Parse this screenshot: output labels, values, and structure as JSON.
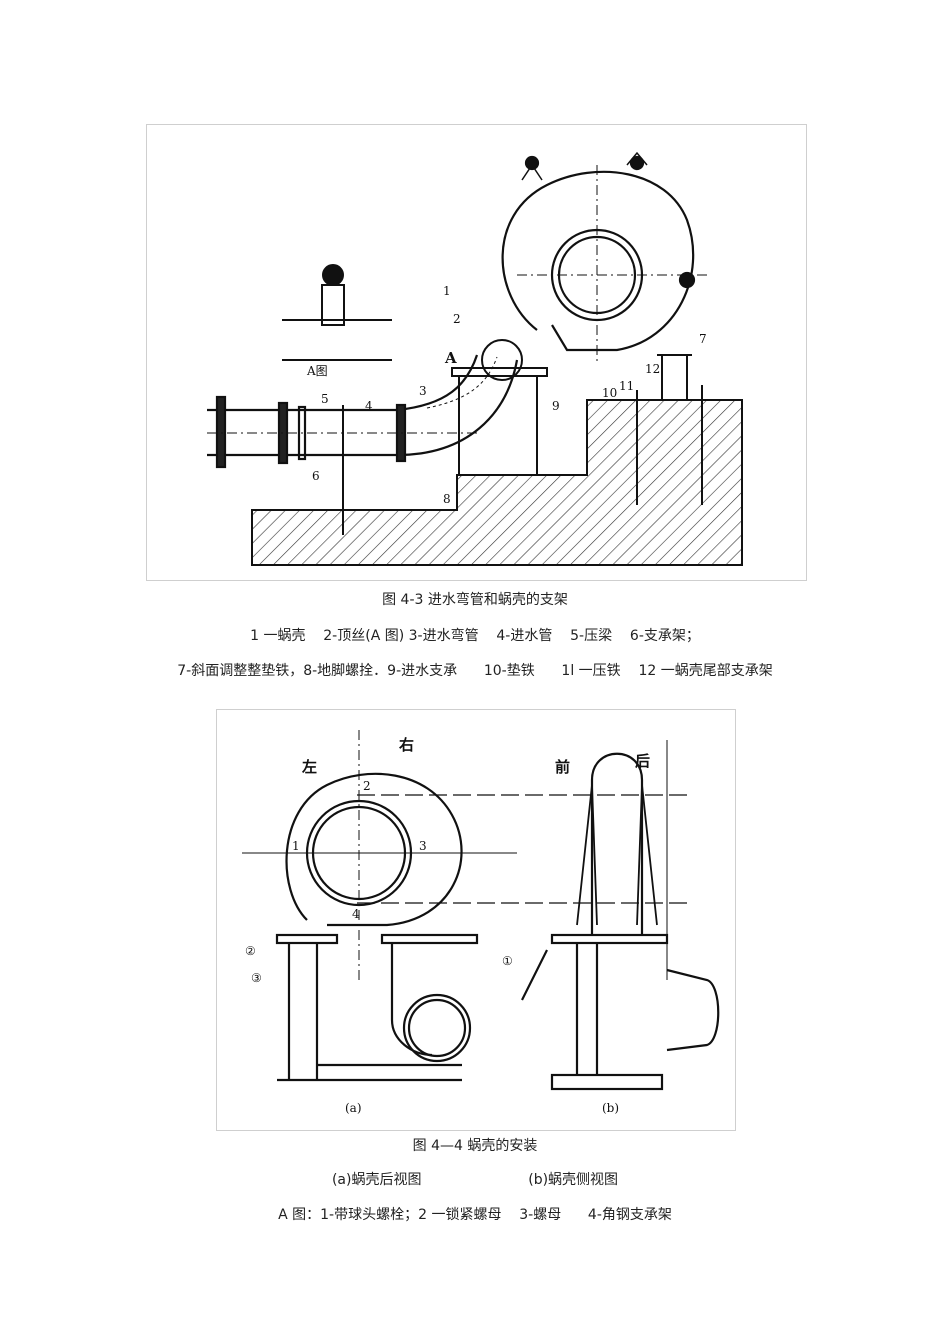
{
  "figure1": {
    "caption": "图 4-3 进水弯管和蜗壳的支架",
    "legend_line1": "1 一蜗壳    2-顶丝(A 图) 3-进水弯管    4-进水管    5-压梁    6-支承架；",
    "legend_line2": "7-斜面调整整垫铁，8-地脚螺拴．9-进水支承      10-垫铁      1l 一压铁    12 一蜗壳尾部支承架",
    "inset_label": "A图",
    "section_mark": "A",
    "part_numbers": [
      "1",
      "2",
      "3",
      "4",
      "5",
      "6",
      "7",
      "8",
      "9",
      "10",
      "11",
      "12"
    ]
  },
  "figure2": {
    "caption": "图 4—4 蜗壳的安装",
    "subcaptions": "(a)蜗壳后视图                        (b)蜗壳侧视图",
    "legend": "A 图：1-带球头螺栓；2 一锁紧螺母    3-螺母      4-角钢支承架",
    "dir_left": "左",
    "dir_right": "右",
    "dir_front": "前",
    "dir_back": "后",
    "points": [
      "1",
      "2",
      "3",
      "4"
    ],
    "circled": [
      "①",
      "②",
      "③"
    ],
    "panel_a": "(a)",
    "panel_b": "(b)"
  }
}
